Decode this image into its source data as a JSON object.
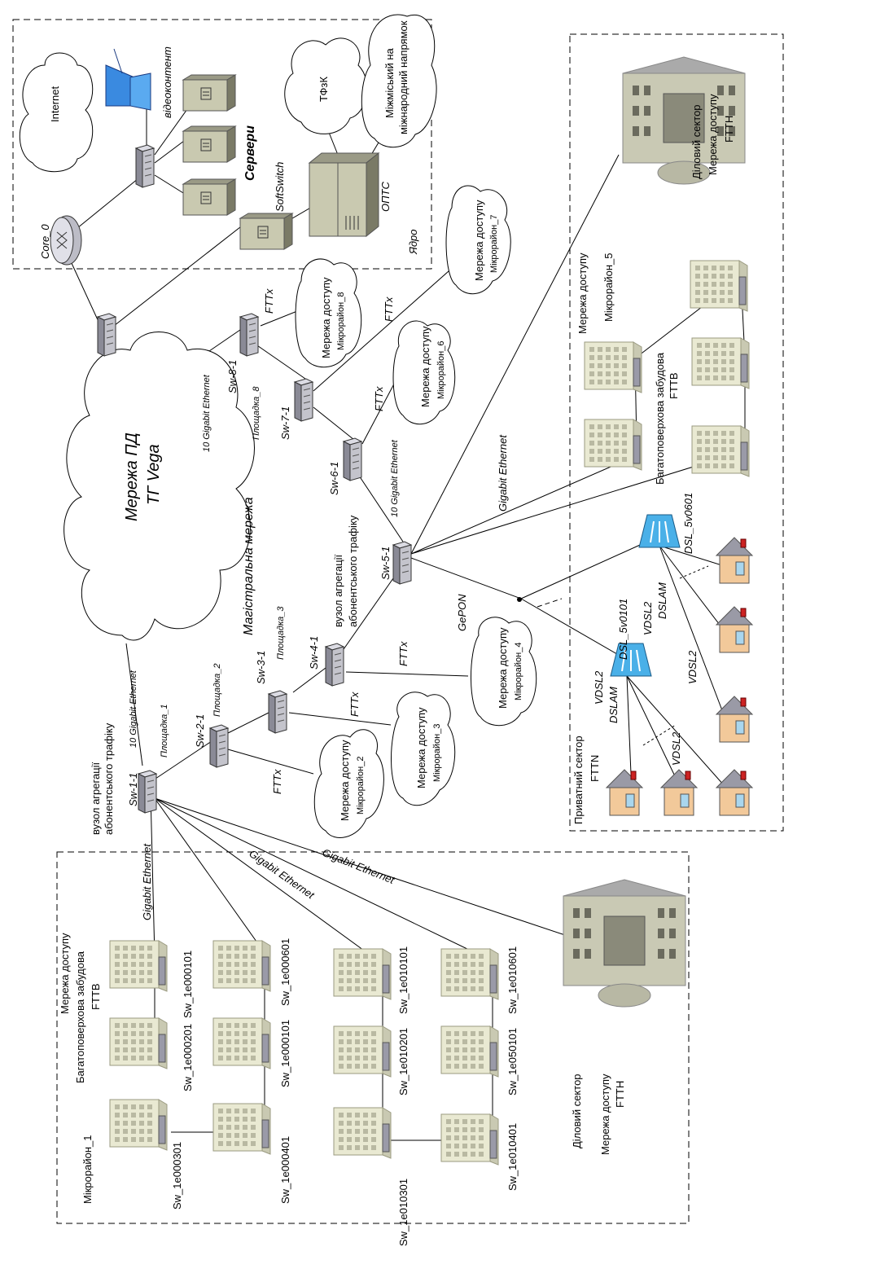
{
  "title": "",
  "core": {
    "zone_label": "Ядро",
    "servers_label": "Сервери",
    "internet": "Internet",
    "video": "відеоконтент",
    "core_router": "Core_0",
    "softswitch": "SoftSwitch",
    "opts": "ОПТС",
    "tfzk": "ТФзК",
    "intl": "Міжміський на міжнародний напрямок"
  },
  "backbone": {
    "cloud_line1": "Мережа ПД",
    "cloud_line2": "ТГ Vega",
    "magistral": "Магістральна мережа"
  },
  "switches": [
    {
      "id": "Sw-1-1",
      "site": "Площадка_1"
    },
    {
      "id": "Sw-2-1",
      "site": "Площадка_2"
    },
    {
      "id": "Sw-3-1",
      "site": "Площадка_3"
    },
    {
      "id": "Sw-4-1",
      "site": ""
    },
    {
      "id": "Sw-5-1",
      "site": ""
    },
    {
      "id": "Sw-6-1",
      "site": ""
    },
    {
      "id": "Sw-7-1",
      "site": ""
    },
    {
      "id": "Sw-8-1",
      "site": "Площадка_8"
    }
  ],
  "agg": {
    "agg1": "вузол агрегації абонентського трафіку",
    "agg1_l1": "вузол агрегації",
    "agg1_l2": "абонентського трафіку",
    "agg5_l1": "вузол агрегації",
    "agg5_l2": "абонентського трафіку"
  },
  "link_labels": {
    "tenge_1": "10 Gigabit Ethernet",
    "tenge_8": "10 Gigabit Ethernet",
    "tenge_6": "10 Gigabit Ethernet",
    "ge": "Gigabit Ethernet",
    "fttx": "FTTx",
    "gepon": "GePON",
    "vdsl2": "VDSL2"
  },
  "access": [
    {
      "line1": "Мережа доступу",
      "line2": "Мікрорайон_2"
    },
    {
      "line1": "Мережа доступу",
      "line2": "Мікрорайон_3"
    },
    {
      "line1": "Мережа доступу",
      "line2": "Мікрорайон_4"
    },
    {
      "line1": "Мережа доступу",
      "line2": "Мікрорайон_6"
    },
    {
      "line1": "Мережа доступу",
      "line2": "Мікрорайон_7"
    },
    {
      "line1": "Мережа доступу",
      "line2": "Мікрорайон_8"
    }
  ],
  "zone_left": {
    "l1": "Мережа доступу",
    "l2": "Багатоповерхова забудова",
    "l3": "FTTB",
    "district": "Мікрорайон_1",
    "business_l1": "Діловий сектор",
    "business_l2": "Мережа доступу",
    "business_l3": "FTTH"
  },
  "zone_right": {
    "mkr5_l1": "Мережа доступу",
    "mkr5_l2": "Мікрорайон_5",
    "fttb_l1": "Багатоповерхова забудова",
    "fttb_l2": "FTTB",
    "business_l1": "Діловий сектор",
    "business_l2": "Мережа доступу",
    "business_l3": "FTTH",
    "private_l1": "Приватний сектор",
    "private_l2": "FTTN",
    "dslam": "DSLAM",
    "dsl1": "DSL_5v0101",
    "dsl2": "DSL_5v0601"
  },
  "building_switches": [
    "Sw_1e000101",
    "Sw_1e000201",
    "Sw_1e000301",
    "Sw_1e000601",
    "Sw_1e000101",
    "Sw_1e000401",
    "Sw_1e010101",
    "Sw_1e010201",
    "Sw_1e010301",
    "Sw_1e010601",
    "Sw_1e050101",
    "Sw_1e010401"
  ]
}
